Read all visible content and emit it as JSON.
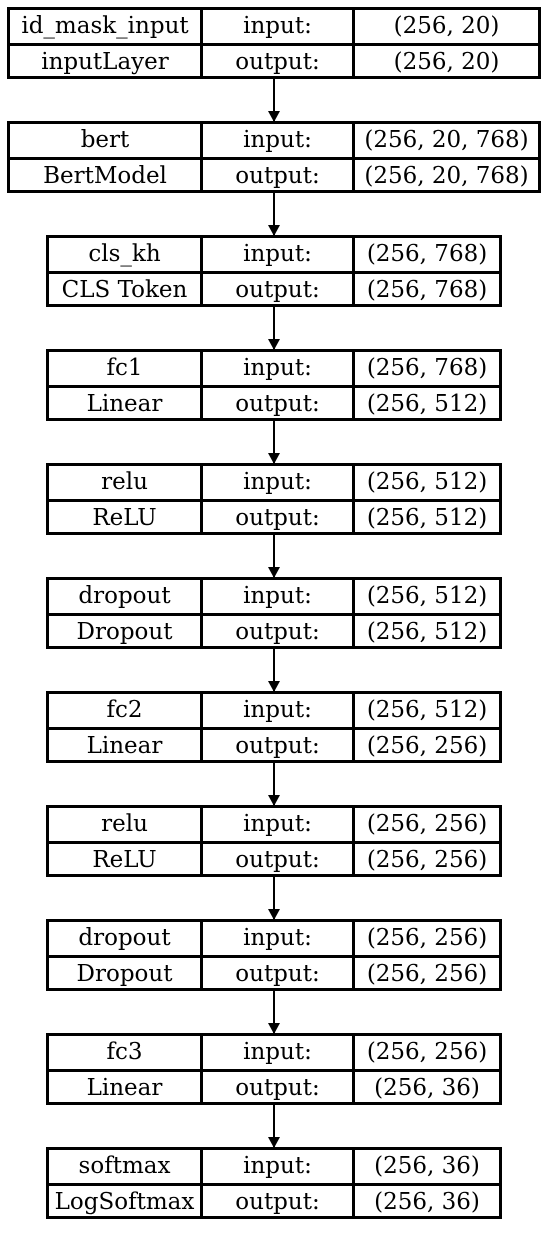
{
  "layers": [
    {
      "name": "id_mask_input",
      "type": "inputLayer",
      "input_label": "input:",
      "output_label": "output:",
      "input": "(256, 20)",
      "output": "(256, 20)"
    },
    {
      "name": "bert",
      "type": "BertModel",
      "input_label": "input:",
      "output_label": "output:",
      "input": "(256, 20, 768)",
      "output": "(256, 20, 768)"
    },
    {
      "name": "cls_kh",
      "type": "CLS Token",
      "input_label": "input:",
      "output_label": "output:",
      "input": "(256, 768)",
      "output": "(256, 768)"
    },
    {
      "name": "fc1",
      "type": "Linear",
      "input_label": "input:",
      "output_label": "output:",
      "input": "(256, 768)",
      "output": "(256, 512)"
    },
    {
      "name": "relu",
      "type": "ReLU",
      "input_label": "input:",
      "output_label": "output:",
      "input": "(256, 512)",
      "output": "(256, 512)"
    },
    {
      "name": "dropout",
      "type": "Dropout",
      "input_label": "input:",
      "output_label": "output:",
      "input": "(256, 512)",
      "output": "(256, 512)"
    },
    {
      "name": "fc2",
      "type": "Linear",
      "input_label": "input:",
      "output_label": "output:",
      "input": "(256, 512)",
      "output": "(256, 256)"
    },
    {
      "name": "relu",
      "type": "ReLU",
      "input_label": "input:",
      "output_label": "output:",
      "input": "(256, 256)",
      "output": "(256, 256)"
    },
    {
      "name": "dropout",
      "type": "Dropout",
      "input_label": "input:",
      "output_label": "output:",
      "input": "(256, 256)",
      "output": "(256, 256)"
    },
    {
      "name": "fc3",
      "type": "Linear",
      "input_label": "input:",
      "output_label": "output:",
      "input": "(256, 256)",
      "output": "(256, 36)"
    },
    {
      "name": "softmax",
      "type": "LogSoftmax",
      "input_label": "input:",
      "output_label": "output:",
      "input": "(256, 36)",
      "output": "(256, 36)"
    }
  ]
}
